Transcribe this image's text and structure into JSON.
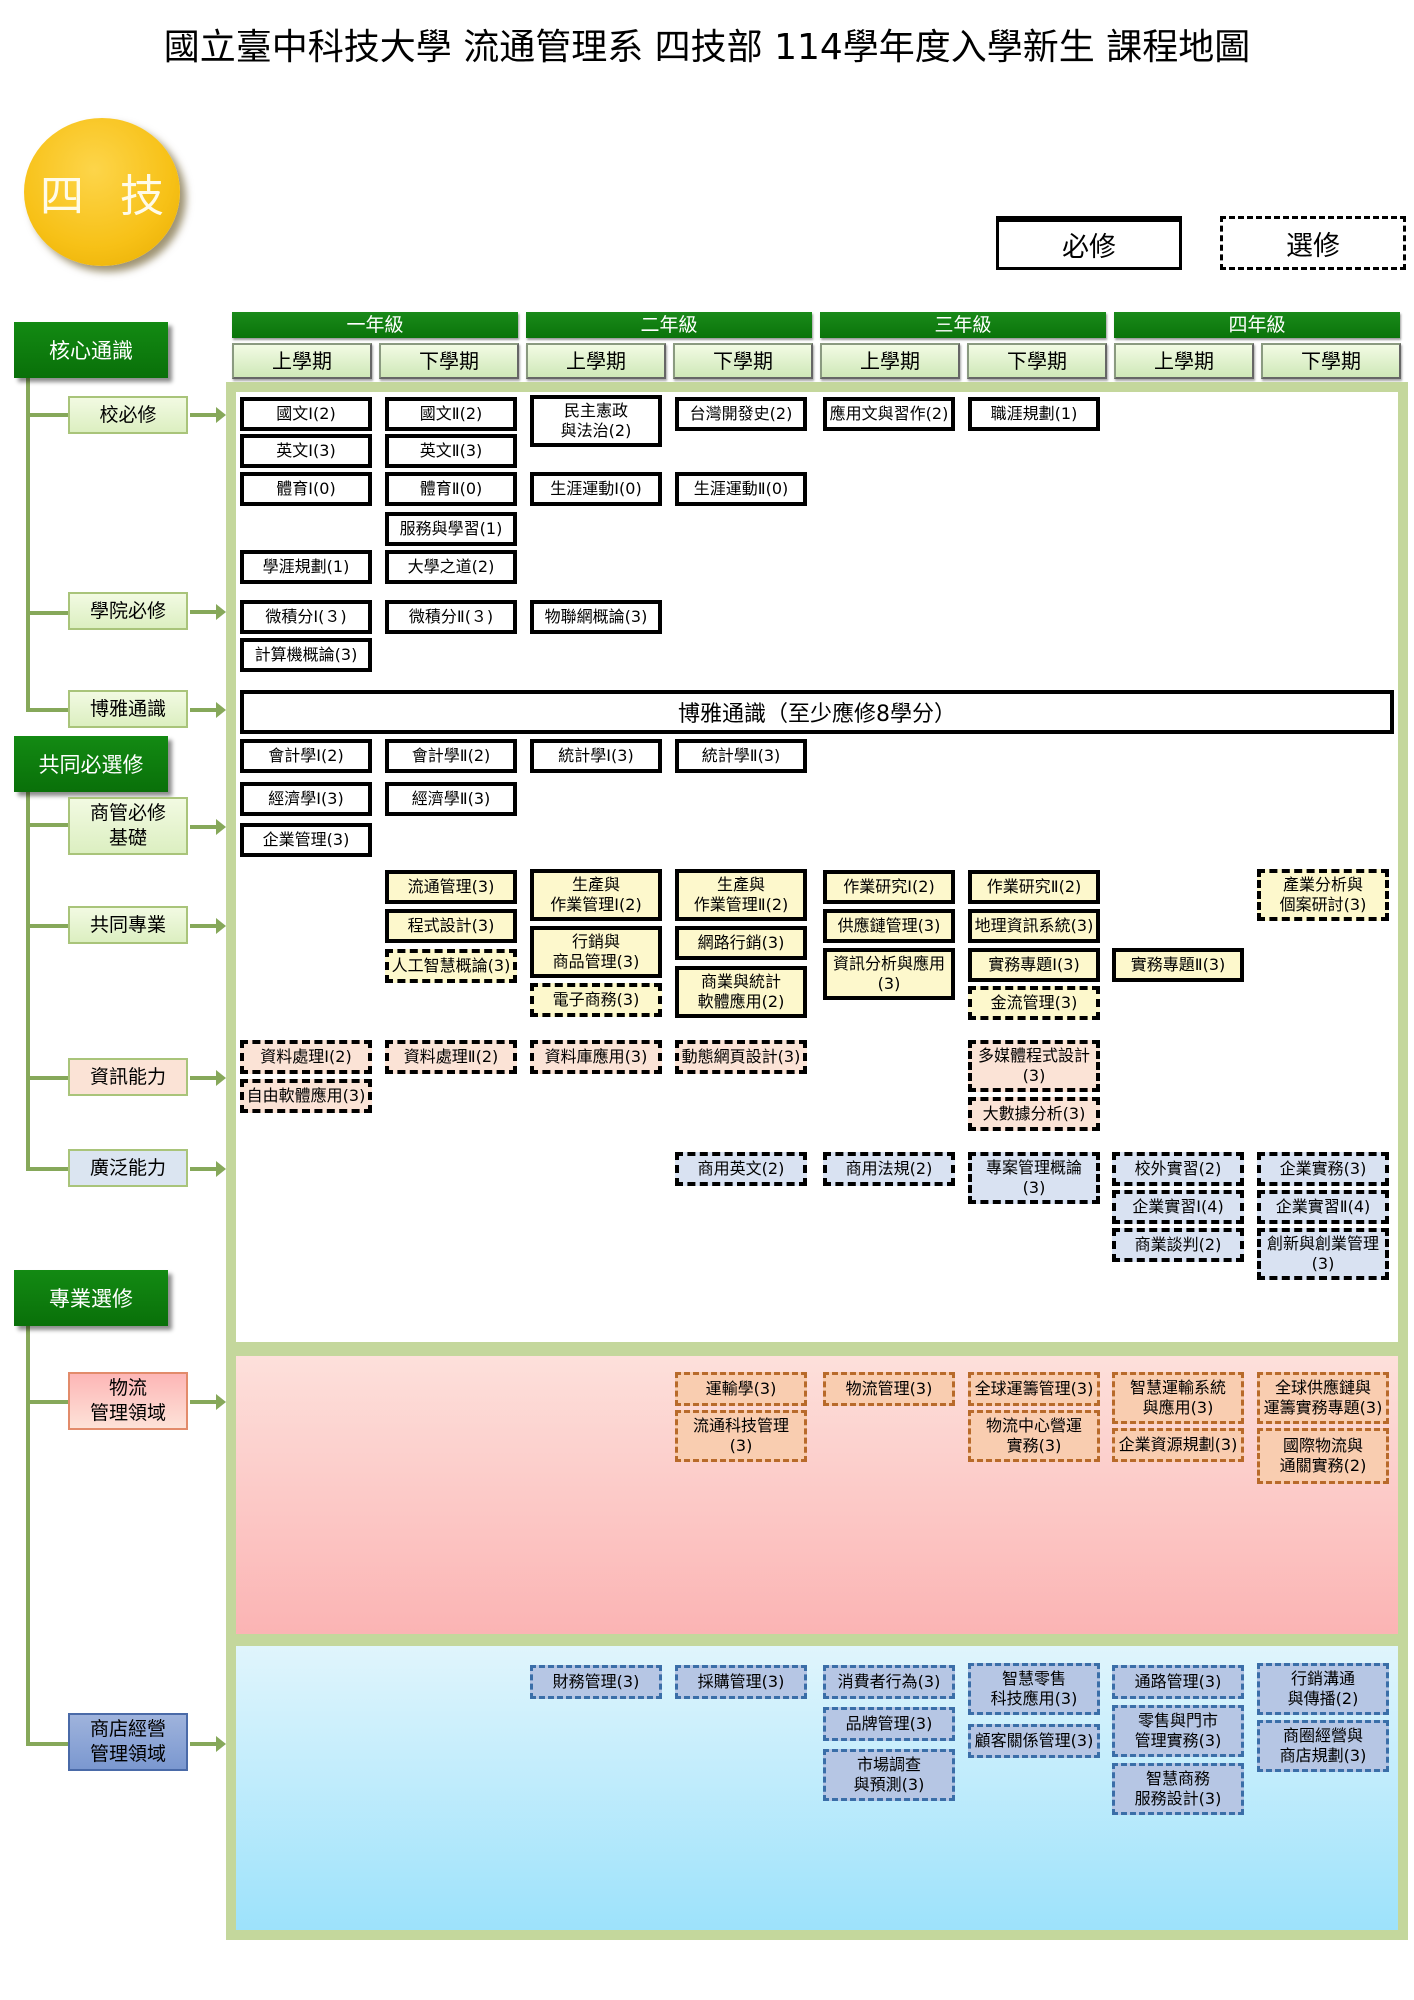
{
  "title": "國立臺中科技大學 流通管理系 四技部 114學年度入學新生 課程地圖",
  "badge": {
    "chars": [
      "四",
      "技"
    ]
  },
  "legend": {
    "required": "必修",
    "elective": "選修"
  },
  "years": [
    "一年級",
    "二年級",
    "三年級",
    "四年級"
  ],
  "semesters": [
    "上學期",
    "下學期",
    "上學期",
    "下學期",
    "上學期",
    "下學期",
    "上學期",
    "下學期"
  ],
  "categories": {
    "core": "核心通識",
    "common": "共同必選修",
    "professional": "專業選修"
  },
  "subcategories": {
    "school_required": "校必修",
    "college_required": "學院必修",
    "liberal": "博雅通識",
    "business_basic": "商管必修\n基礎",
    "common_prof": "共同專業",
    "info": "資訊能力",
    "broad": "廣泛能力",
    "logistics": "物流\n管理領域",
    "shop": "商店經營\n管理領域"
  },
  "liberal_banner": "博雅通識（至少應修8學分）",
  "courses": {
    "school": [
      "國文Ⅰ(2)",
      "國文Ⅱ(2)",
      "民主憲政\n與法治(2)",
      "台灣開發史(2)",
      "應用文與習作(2)",
      "職涯規劃(1)",
      "英文Ⅰ(3)",
      "英文Ⅱ(3)",
      "體育Ⅰ(0)",
      "體育Ⅱ(0)",
      "生涯運動Ⅰ(0)",
      "生涯運動Ⅱ(0)",
      "服務與學習(1)",
      "學涯規劃(1)",
      "大學之道(2)"
    ],
    "college": [
      "微積分Ⅰ(３)",
      "微積分Ⅱ(３)",
      "物聯網概論(3)",
      "計算機概論(3)"
    ],
    "business": [
      "會計學Ⅰ(2)",
      "會計學Ⅱ(2)",
      "統計學Ⅰ(3)",
      "統計學Ⅱ(3)",
      "經濟學Ⅰ(3)",
      "經濟學Ⅱ(3)",
      "企業管理(3)"
    ],
    "common_prof": [
      "流通管理(3)",
      "程式設計(3)",
      "人工智慧概論(3)",
      "生產與\n作業管理Ⅰ(2)",
      "行銷與\n商品管理(3)",
      "電子商務(3)",
      "生產與\n作業管理Ⅱ(2)",
      "網路行銷(3)",
      "商業與統計\n軟體應用(2)",
      "作業研究Ⅰ(2)",
      "供應鏈管理(3)",
      "資訊分析與應用\n(3)",
      "作業研究Ⅱ(2)",
      "地理資訊系統(3)",
      "實務專題Ⅰ(3)",
      "金流管理(3)",
      "實務專題Ⅱ(3)",
      "產業分析與\n個案研討(3)"
    ],
    "info": [
      "資料處理Ⅰ(2)",
      "自由軟體應用(3)",
      "資料處理Ⅱ(2)",
      "資料庫應用(3)",
      "動態網頁設計(3)",
      "多媒體程式設計\n(3)",
      "大數據分析(3)"
    ],
    "broad": [
      "商用英文(2)",
      "商用法規(2)",
      "專案管理概論\n(3)",
      "校外實習(2)",
      "企業實習Ⅰ(4)",
      "商業談判(2)",
      "企業實務(3)",
      "企業實習Ⅱ(4)",
      "創新與創業管理\n(3)"
    ],
    "logistics": [
      "運輸學(3)",
      "流通科技管理\n(3)",
      "物流管理(3)",
      "全球運籌管理(3)",
      "物流中心營運\n實務(3)",
      "智慧運輸系統\n與應用(3)",
      "企業資源規劃(3)",
      "全球供應鏈與\n運籌實務專題(3)",
      "國際物流與\n通關實務(2)"
    ],
    "shop": [
      "財務管理(3)",
      "採購管理(3)",
      "消費者行為(3)",
      "品牌管理(3)",
      "市場調查\n與預測(3)",
      "智慧零售\n科技應用(3)",
      "顧客關係管理(3)",
      "通路管理(3)",
      "零售與門市\n管理實務(3)",
      "智慧商務\n服務設計(3)",
      "行銷溝通\n與傳播(2)",
      "商圈經營與\n商店規劃(3)"
    ]
  },
  "colors": {
    "header_green": "#0a740a",
    "frame_green": "#c4d79c",
    "badge_yellow": "#f7c117",
    "common_yellow": "#fdf8cc",
    "info_peach": "#fbe3d6",
    "broad_blue": "#d9e2f2",
    "logistics_orange": "#b86a2a",
    "shop_blue": "#3a6ea8"
  }
}
